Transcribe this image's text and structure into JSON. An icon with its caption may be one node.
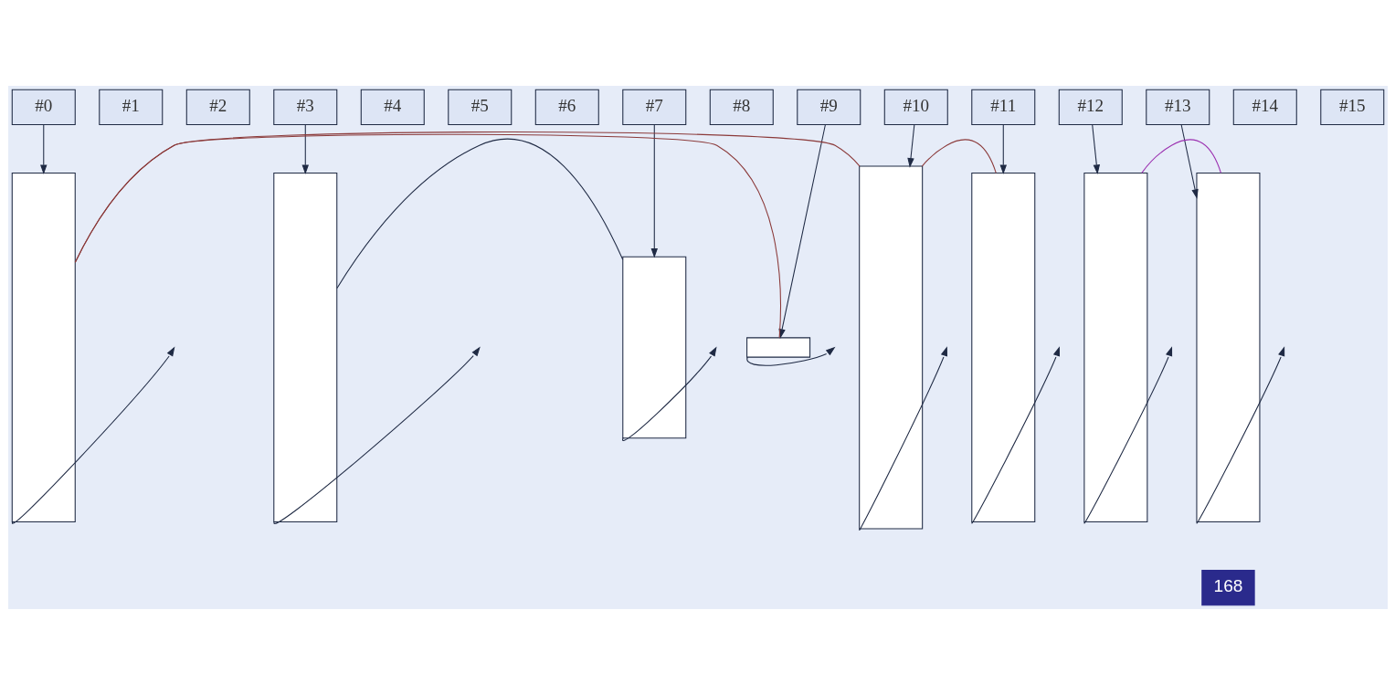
{
  "diagram": {
    "nodes": [
      {
        "text": [
          "#0"
        ]
      },
      {
        "text": [
          "#1"
        ]
      },
      {
        "text": [
          "#2"
        ]
      },
      {
        "text": [
          "#3"
        ]
      },
      {
        "text": [
          "#4"
        ]
      },
      {
        "text": [
          "#5"
        ]
      },
      {
        "text": [
          "#6"
        ]
      },
      {
        "text": [
          "#7"
        ]
      },
      {
        "text": [
          "#8"
        ]
      },
      {
        "text": [
          "#9"
        ]
      },
      {
        "text": [
          "#10"
        ]
      },
      {
        "text": [
          "#11"
        ]
      },
      {
        "text": [
          "#12"
        ]
      },
      {
        "text": [
          "#13"
        ]
      },
      {
        "text": [
          "#14"
        ]
      },
      {
        "text": [
          "#15"
        ]
      },
      {
        "text": [],
        "shape": "box"
      },
      {
        "text": [],
        "shape": "box"
      },
      {
        "text": [],
        "shape": "box"
      },
      {
        "text": [],
        "shape": "box"
      },
      {
        "text": [],
        "shape": "box"
      },
      {
        "text": [],
        "shape": "box"
      },
      {
        "text": [],
        "shape": "box"
      },
      {
        "text": [],
        "shape": "box"
      }
    ],
    "edges": [
      {
        "from": 0,
        "to": 16,
        "arrow": "to"
      },
      {
        "from": 3,
        "to": 17,
        "arrow": "to"
      },
      {
        "from": 7,
        "to": 18,
        "arrow": "to"
      },
      {
        "from": 9,
        "to": 19,
        "arrow": "to"
      },
      {
        "from": 10,
        "to": 20,
        "arrow": "to"
      },
      {
        "from": 11,
        "to": 21,
        "arrow": "to"
      },
      {
        "from": 12,
        "to": 22,
        "arrow": "to"
      },
      {
        "from": 13,
        "to": 23,
        "arrow": "to"
      },
      {
        "from": 16,
        "to": 20,
        "arrow": "none",
        "color": "#8b3a3a"
      },
      {
        "from": 16,
        "to": 19,
        "arrow": "none",
        "color": "#8b3a3a"
      },
      {
        "from": 17,
        "to": 18,
        "arrow": "none"
      },
      {
        "from": 20,
        "to": 21,
        "arrow": "none",
        "color": "#8b3a3a"
      },
      {
        "from": 22,
        "to": 23,
        "arrow": "none",
        "color": "#9b30b0"
      },
      {
        "from": 16,
        "to": null,
        "arrow": "to"
      },
      {
        "from": 17,
        "to": null,
        "arrow": "to"
      },
      {
        "from": 18,
        "to": null,
        "arrow": "to"
      },
      {
        "from": 19,
        "to": null,
        "arrow": "to"
      },
      {
        "from": 20,
        "to": null,
        "arrow": "to"
      },
      {
        "from": 21,
        "to": null,
        "arrow": "to"
      },
      {
        "from": 22,
        "to": null,
        "arrow": "to"
      },
      {
        "from": 23,
        "to": null,
        "arrow": "to"
      }
    ],
    "labels": [
      "168"
    ]
  }
}
